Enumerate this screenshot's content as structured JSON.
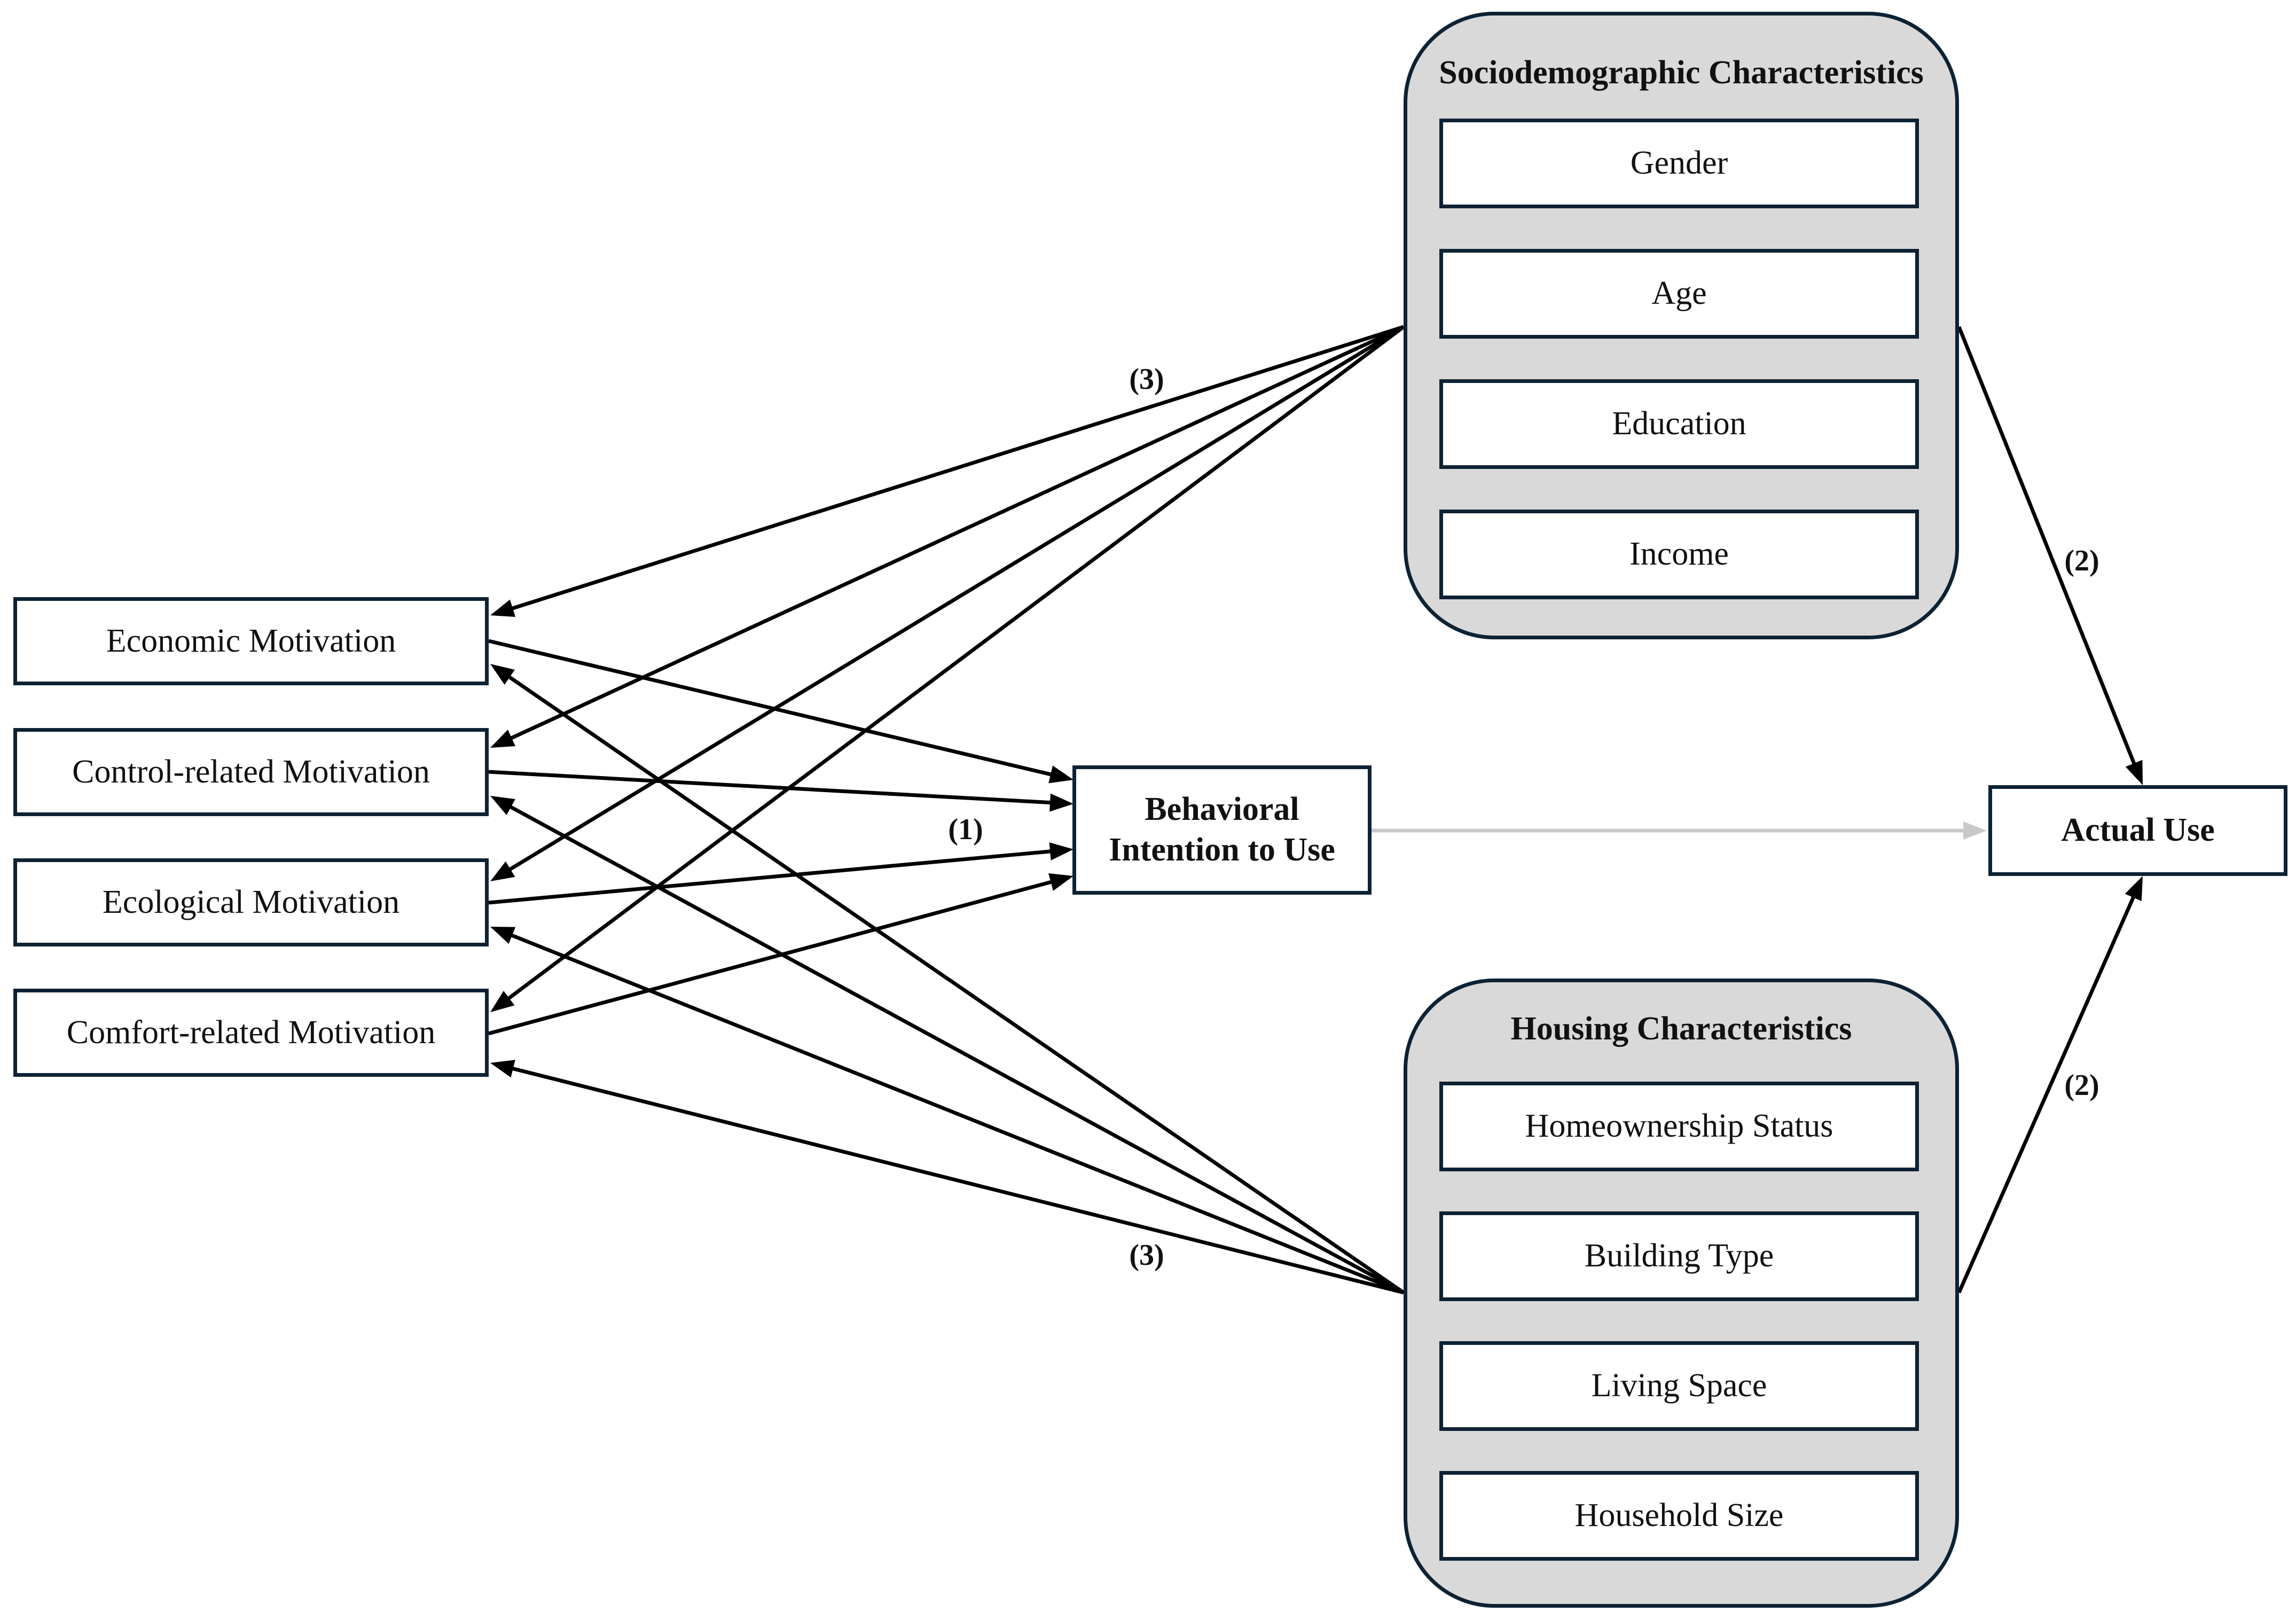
{
  "motivations": [
    "Economic Motivation",
    "Control-related Motivation",
    "Ecological Motivation",
    "Comfort-related Motivation"
  ],
  "intention": {
    "line1": "Behavioral",
    "line2": "Intention to Use"
  },
  "actual_use": "Actual Use",
  "sociodemographic": {
    "title": "Sociodemographic Characteristics",
    "items": [
      "Gender",
      "Age",
      "Education",
      "Income"
    ]
  },
  "housing": {
    "title": "Housing Characteristics",
    "items": [
      "Homeownership Status",
      "Building Type",
      "Living Space",
      "Household Size"
    ]
  },
  "path_labels": {
    "intention_paths": "(1)",
    "socio_to_actual": "(2)",
    "housing_to_actual": "(2)",
    "socio_to_motivations": "(3)",
    "housing_to_motivations": "(3)"
  },
  "colors": {
    "border": "#0d2233",
    "group_fill": "#d9d9d9",
    "arrow": "#000000",
    "intention_to_use_arrow": "#c8c8c8"
  }
}
